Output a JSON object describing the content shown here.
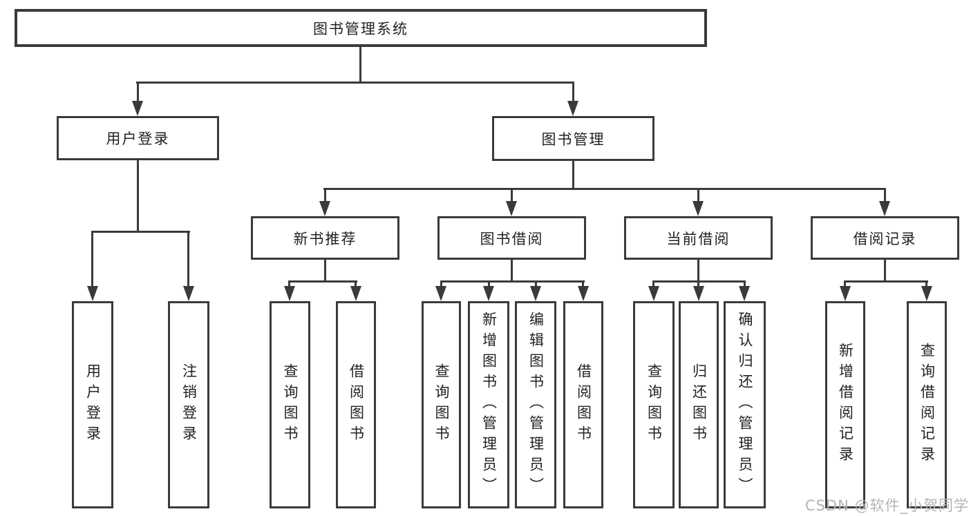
{
  "tree": {
    "root_label": "图书管理系统",
    "l2": [
      {
        "label": "用户登录",
        "leaves": [
          "用户登录",
          "注销登录"
        ]
      },
      {
        "label": "图书管理",
        "l3": [
          {
            "label": "新书推荐",
            "leaves": [
              "查询图书",
              "借阅图书"
            ]
          },
          {
            "label": "图书借阅",
            "leaves": [
              "查询图书",
              "新增图书（管理员）",
              "编辑图书（管理员）",
              "借阅图书"
            ]
          },
          {
            "label": "当前借阅",
            "leaves": [
              "查询图书",
              "归还图书",
              "确认归还（管理员）"
            ]
          },
          {
            "label": "借阅记录",
            "leaves": [
              "新增借阅记录",
              "查询借阅记录"
            ]
          }
        ]
      }
    ],
    "watermark": "CSDN @软件_小贺同学"
  },
  "colors": {
    "line": "#3a3a3a",
    "text": "#222222",
    "watermark": "#b4b4b4",
    "background": "#ffffff"
  }
}
